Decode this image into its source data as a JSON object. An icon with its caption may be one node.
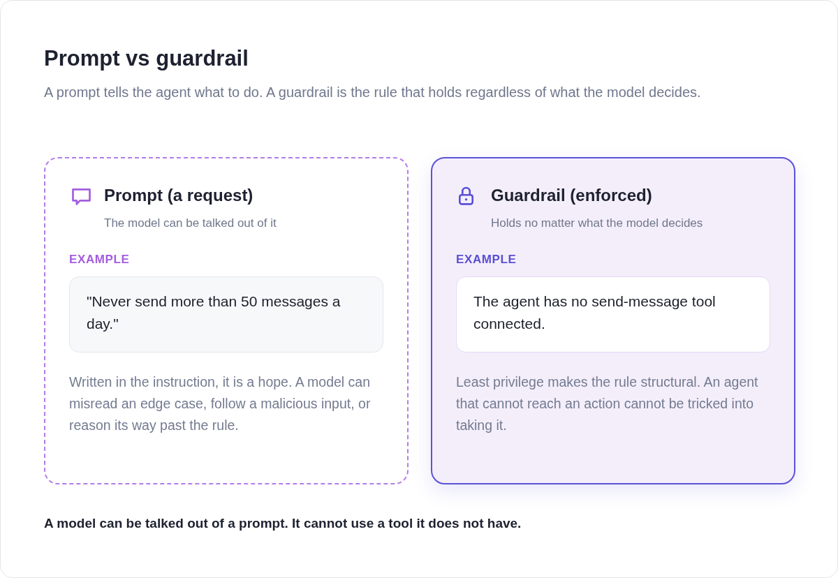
{
  "diagram": {
    "title": "Prompt vs guardrail",
    "caption": "A model can be talked out of a prompt. It cannot use a tool it does not have.",
    "nodes": [
      {
        "text": [
          "Prompt (a request)",
          "The model can be talked out of it",
          "EXAMPLE",
          "Written in the instruction, it is a hope. A model can misread an edge case, follow a malicious input, or reason its way past the rule."
        ]
      },
      {
        "text": [
          "\"Never send more than 50 messages a day.\""
        ],
        "in": 0
      },
      {
        "text": [
          "Guardrail (enforced)",
          "Holds no matter what the model decides",
          "EXAMPLE",
          "Least privilege makes the rule structural. An agent that cannot reach an action cannot be tricked into taking it."
        ]
      },
      {
        "text": [
          "The agent has no send-message tool connected."
        ],
        "in": 2
      }
    ],
    "labels": [
      "A prompt tells the agent what to do. A guardrail is the rule that holds regardless of what the model decides."
    ]
  }
}
